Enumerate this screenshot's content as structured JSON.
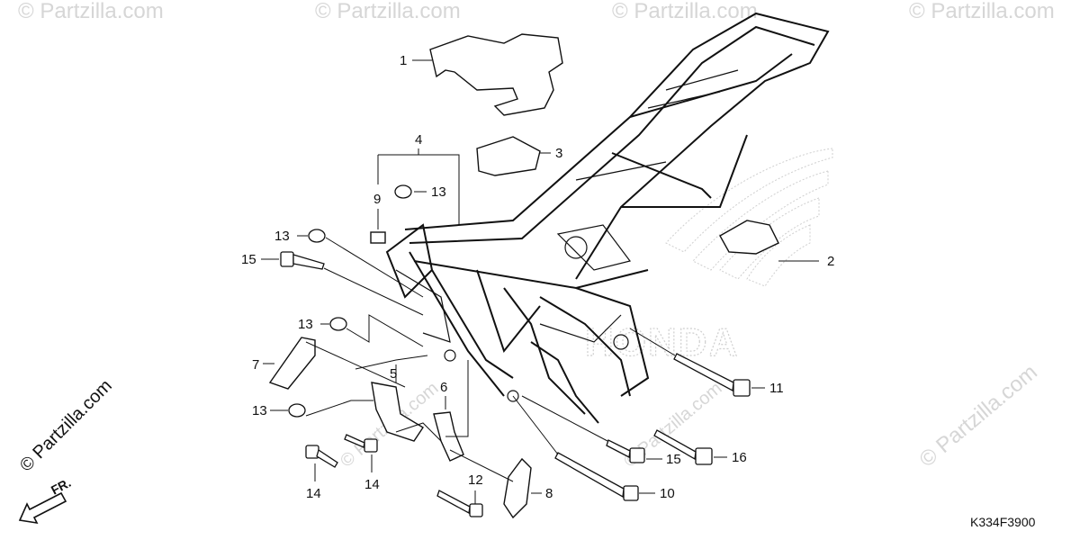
{
  "diagram": {
    "drawing_code": "K334F3900",
    "direction_label": "FR.",
    "brand_watermark": "HONDA",
    "watermarks": [
      "© Partzilla.com",
      "© Partzilla.com",
      "© Partzilla.com",
      "© Partzilla.com",
      "© Partzilla.com"
    ],
    "callouts": [
      {
        "id": "c1",
        "label": "1"
      },
      {
        "id": "c2",
        "label": "2"
      },
      {
        "id": "c3",
        "label": "3"
      },
      {
        "id": "c4",
        "label": "4"
      },
      {
        "id": "c5",
        "label": "5"
      },
      {
        "id": "c6",
        "label": "6"
      },
      {
        "id": "c7",
        "label": "7"
      },
      {
        "id": "c8",
        "label": "8"
      },
      {
        "id": "c9",
        "label": "9"
      },
      {
        "id": "c10",
        "label": "10"
      },
      {
        "id": "c11",
        "label": "11"
      },
      {
        "id": "c12",
        "label": "12"
      },
      {
        "id": "c13a",
        "label": "13"
      },
      {
        "id": "c13b",
        "label": "13"
      },
      {
        "id": "c13c",
        "label": "13"
      },
      {
        "id": "c13d",
        "label": "13"
      },
      {
        "id": "c14a",
        "label": "14"
      },
      {
        "id": "c14b",
        "label": "14"
      },
      {
        "id": "c15a",
        "label": "15"
      },
      {
        "id": "c15b",
        "label": "15"
      },
      {
        "id": "c16",
        "label": "16"
      }
    ],
    "colors": {
      "line": "#111111",
      "watermark": "#d6d6d6",
      "background": "#ffffff"
    }
  }
}
